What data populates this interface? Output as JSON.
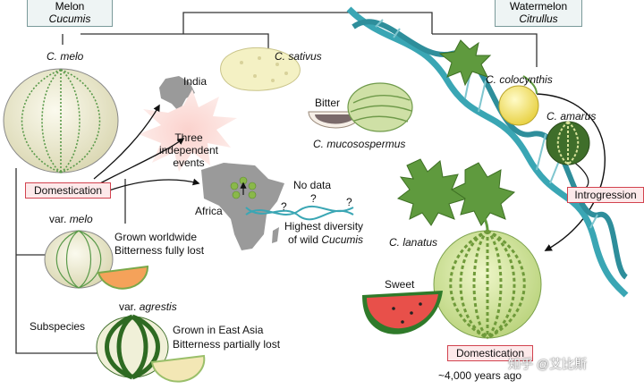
{
  "headers": {
    "melon": {
      "common": "Melon",
      "genus": "Cucumis"
    },
    "watermelon": {
      "common": "Watermelon",
      "genus": "Citrullus"
    }
  },
  "species": {
    "c_melo": "C. melo",
    "c_sativus": "C. sativus",
    "c_mucosospermus": "C. mucosospermus",
    "c_colocynthis": "C. colocynthis",
    "c_amarus": "C. amarus",
    "c_lanatus": "C. lanatus"
  },
  "labels": {
    "india": "India",
    "africa": "Africa",
    "three_events": "Three independent events",
    "no_data": "No data",
    "question": "?",
    "highest_diversity": "Highest diversity",
    "of_wild": "of wild",
    "cucumis": "Cucumis",
    "bitter": "Bitter",
    "sweet": "Sweet",
    "subspecies": "Subspecies",
    "years_ago": "~4,000 years ago"
  },
  "tags": {
    "domestication_melon": "Domestication",
    "domestication_watermelon": "Domestication",
    "introgression": "Introgression"
  },
  "varieties": {
    "melo": {
      "prefix": "var.",
      "name": "melo",
      "line1": "Grown worldwide",
      "line2": "Bitterness fully lost"
    },
    "agrestis": {
      "prefix": "var.",
      "name": "agrestis",
      "line1": "Grown in East Asia",
      "line2": "Bitterness partially lost"
    }
  },
  "watermark": "知乎 @艾比斯",
  "colors": {
    "dna": "#3aa6b4",
    "tag_border": "#d2434f",
    "tag_fill": "#fde9ea",
    "melon_fill": "#f1f0da",
    "leaf": "#5f9a3e",
    "watermelon_flesh": "#e8504a"
  }
}
